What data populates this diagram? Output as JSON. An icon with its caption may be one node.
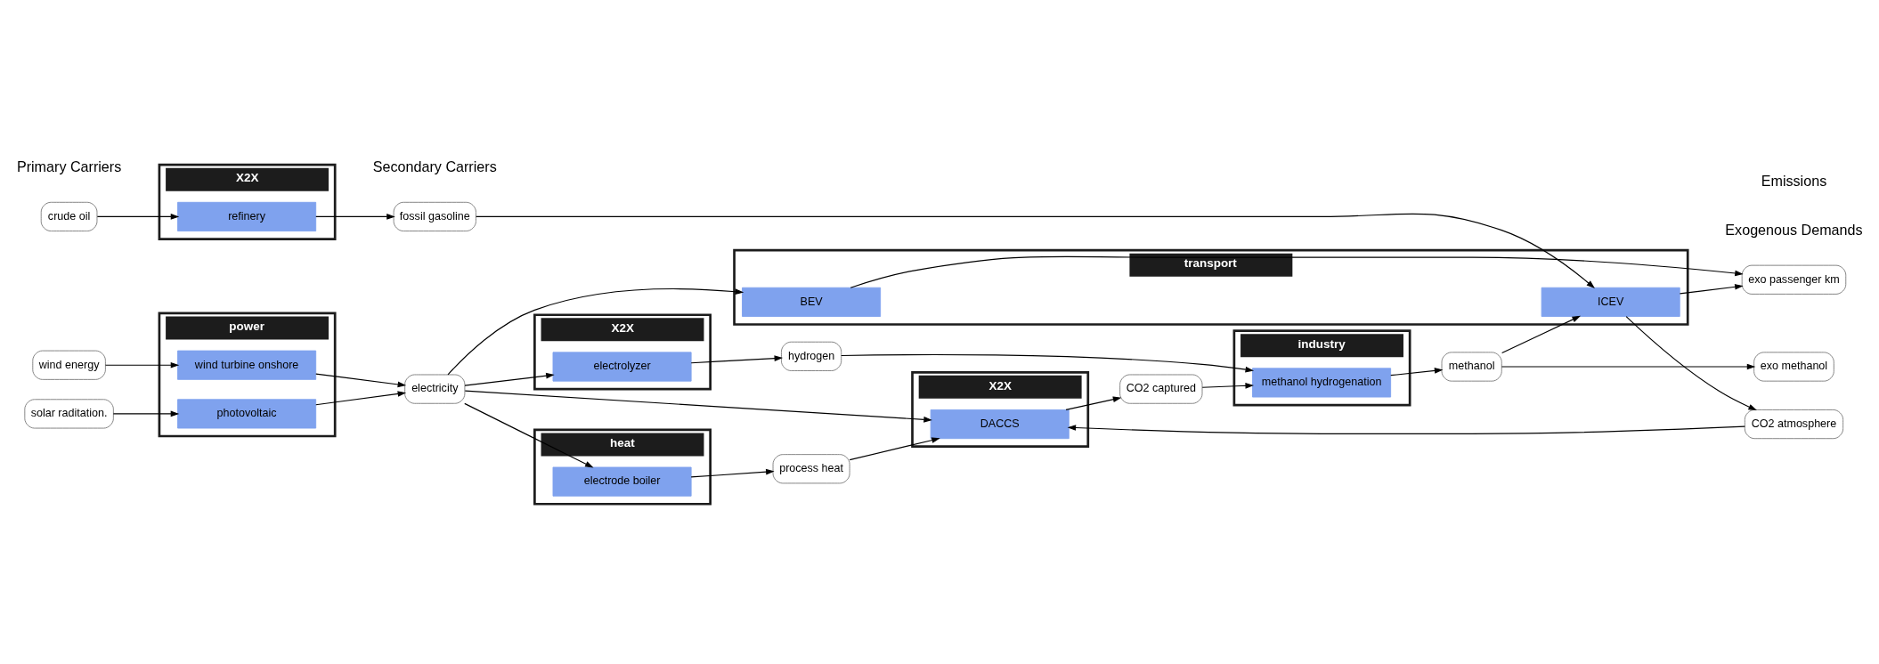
{
  "diagram": {
    "nodes": [
      {
        "text": [
          "crude oil"
        ]
      },
      {
        "text": [
          "solar raditation."
        ]
      },
      {
        "text": [
          "wind energy"
        ]
      },
      {
        "text": [
          "power"
        ]
      },
      {
        "text": [
          "wind turbine onshore"
        ],
        "in": 3
      },
      {
        "text": [
          "photovoltaic"
        ],
        "in": 3
      },
      {
        "text": [
          "X2X"
        ]
      },
      {
        "text": [
          "refinery"
        ],
        "in": 6
      },
      {
        "text": [
          "electricity"
        ]
      },
      {
        "text": [
          "fossil gasoline"
        ]
      },
      {
        "text": [
          "X2X"
        ]
      },
      {
        "text": [
          "electrolyzer"
        ],
        "in": 10
      },
      {
        "text": [
          "heat"
        ]
      },
      {
        "text": [
          "electrode boiler"
        ],
        "in": 12
      },
      {
        "text": [
          "hydrogen"
        ]
      },
      {
        "text": [
          "process heat"
        ]
      },
      {
        "text": [
          "X2X"
        ]
      },
      {
        "text": [
          "DACCS"
        ],
        "in": 16
      },
      {
        "text": [
          "CO2 captured"
        ]
      },
      {
        "text": [
          "industry"
        ]
      },
      {
        "text": [
          "methanol hydrogenation"
        ],
        "in": 19
      },
      {
        "text": [
          "methanol"
        ]
      },
      {
        "text": [
          "transport"
        ]
      },
      {
        "text": [
          "BEV"
        ],
        "in": 22
      },
      {
        "text": [
          "ICEV"
        ],
        "in": 22
      },
      {
        "text": [
          "exo passenger km"
        ]
      },
      {
        "text": [
          "exo methanol"
        ]
      },
      {
        "text": [
          "CO2 atmosphere"
        ]
      }
    ],
    "edges": [
      {
        "from": 2,
        "to": 4,
        "arrow": "to"
      },
      {
        "from": 1,
        "to": 5,
        "arrow": "to"
      },
      {
        "from": 0,
        "to": 7,
        "arrow": "to"
      },
      {
        "from": 4,
        "to": 8,
        "arrow": "to"
      },
      {
        "from": 5,
        "to": 8,
        "arrow": "to"
      },
      {
        "from": 7,
        "to": 9,
        "arrow": "to"
      },
      {
        "from": 8,
        "to": 11,
        "arrow": "to"
      },
      {
        "from": 8,
        "to": 13,
        "arrow": "to"
      },
      {
        "from": 8,
        "to": 23,
        "arrow": "to"
      },
      {
        "from": 8,
        "to": 17,
        "arrow": "to"
      },
      {
        "from": 11,
        "to": 14,
        "arrow": "to"
      },
      {
        "from": 13,
        "to": 15,
        "arrow": "to"
      },
      {
        "from": 14,
        "to": 20,
        "arrow": "to"
      },
      {
        "from": 15,
        "to": 17,
        "arrow": "to"
      },
      {
        "from": 27,
        "to": 17,
        "arrow": "to"
      },
      {
        "from": 17,
        "to": 18,
        "arrow": "to"
      },
      {
        "from": 18,
        "to": 20,
        "arrow": "to"
      },
      {
        "from": 20,
        "to": 21,
        "arrow": "to"
      },
      {
        "from": 9,
        "to": 24,
        "arrow": "to"
      },
      {
        "from": 21,
        "to": 26,
        "arrow": "to"
      },
      {
        "from": 21,
        "to": 24,
        "arrow": "to"
      },
      {
        "from": 23,
        "to": 25,
        "arrow": "to"
      },
      {
        "from": 24,
        "to": 25,
        "arrow": "to"
      },
      {
        "from": 24,
        "to": 27,
        "arrow": "to"
      }
    ],
    "labels": [
      "Primary Carriers",
      "Secondary Carriers",
      "Exogenous Demands",
      "Emissions"
    ]
  }
}
